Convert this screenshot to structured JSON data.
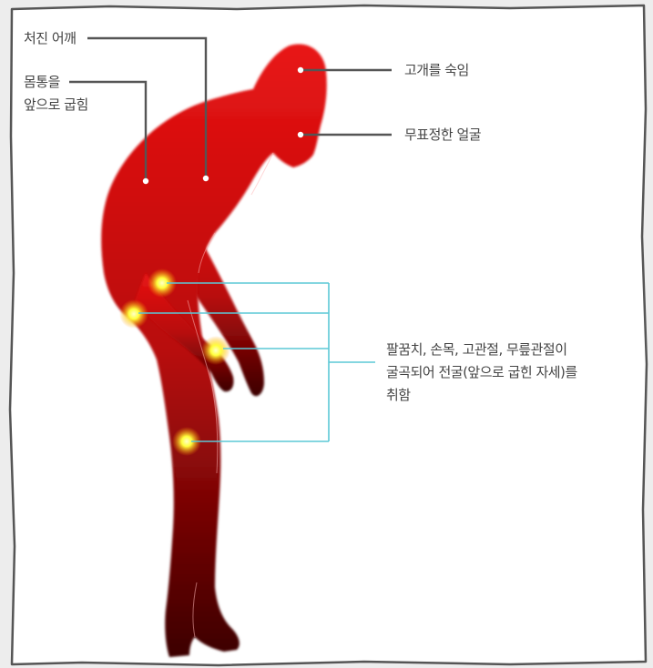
{
  "labels": {
    "drooping_shoulders": "처진 어깨",
    "trunk_bent_line1": "몸통을",
    "trunk_bent_line2": "앞으로 굽힘",
    "head_bowed": "고개를 숙임",
    "expressionless_face": "무표정한 얼굴",
    "joints_line1": "팔꿈치, 손목, 고관절, 무릎관절이",
    "joints_line2": "굴곡되어 전굴(앞으로 굽힌 자세)를",
    "joints_line3": "취함"
  },
  "colors": {
    "frame_background": "#ffffff",
    "frame_border": "#555555",
    "body_light": "#e81414",
    "body_mid": "#b80909",
    "body_dark": "#3c0303",
    "joint_highlight": "#ffff3c",
    "leader_line_gray": "#555555",
    "leader_line_cyan": "#5cc8d6",
    "body_outline": "#ffb6b6"
  }
}
